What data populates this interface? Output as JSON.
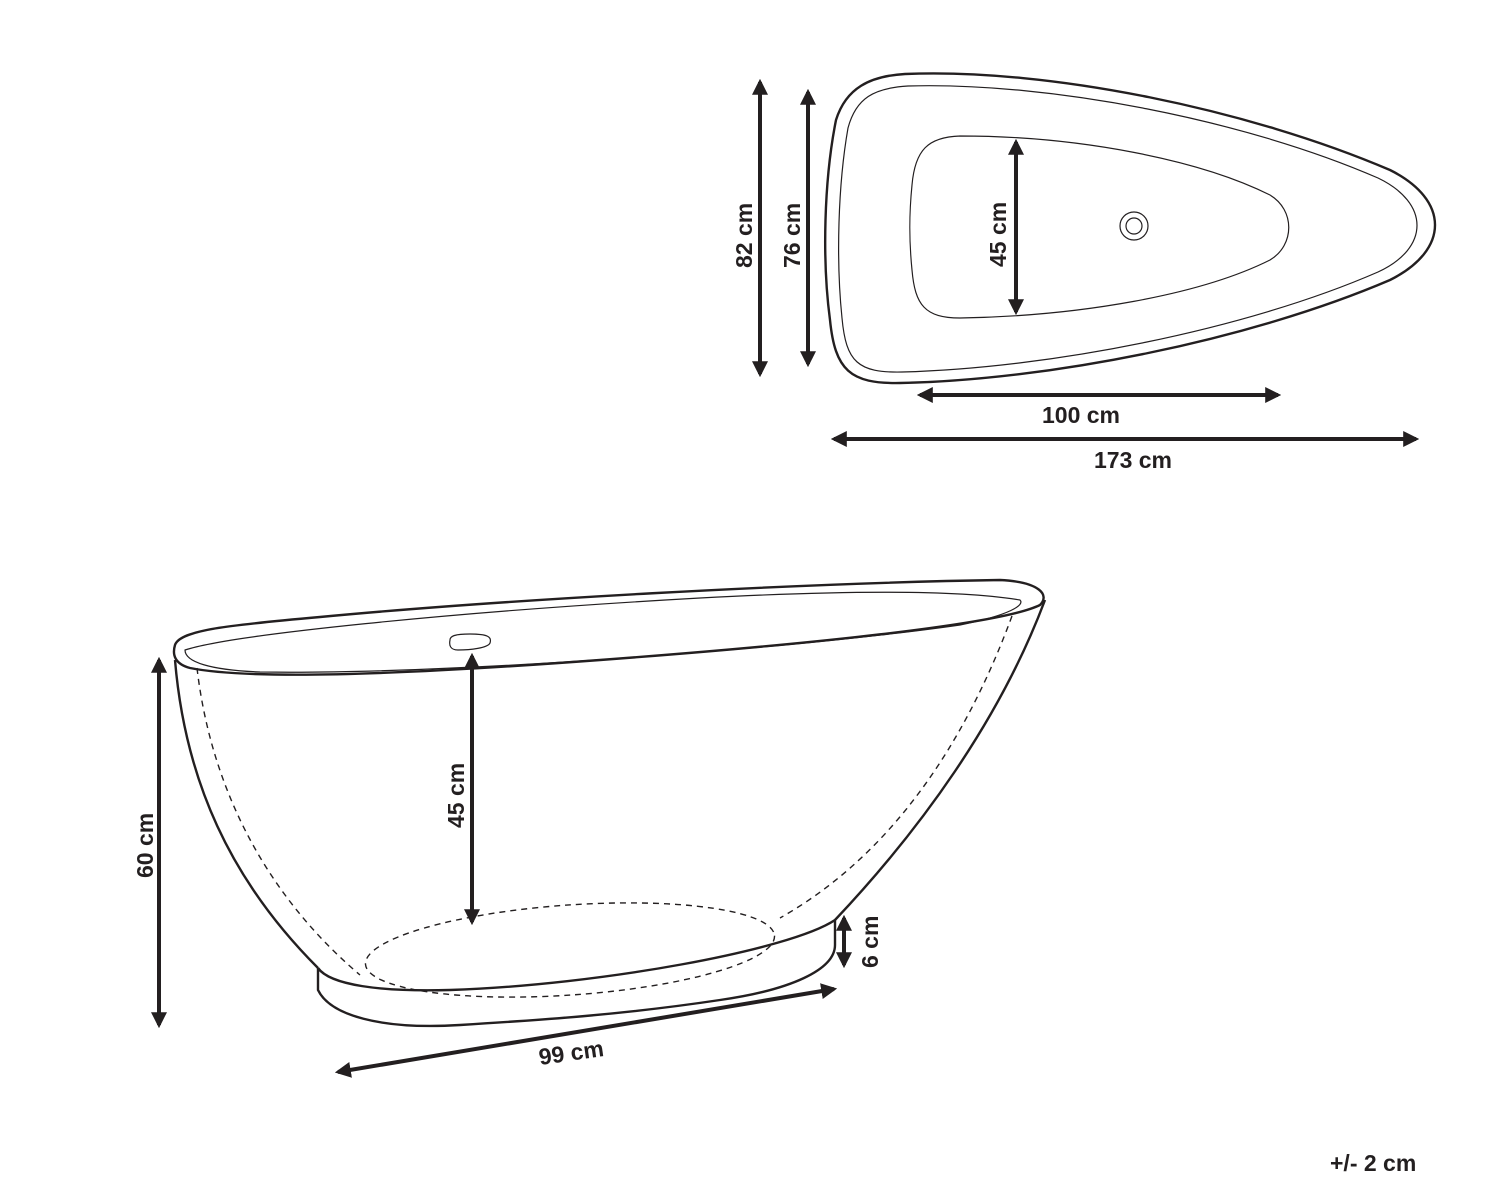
{
  "top_view": {
    "overall_length": "173 cm",
    "inner_length": "100 cm",
    "overall_width": "82 cm",
    "rim_width": "76 cm",
    "basin_width": "45 cm"
  },
  "side_view": {
    "height": "60 cm",
    "depth": "45 cm",
    "base_height": "6 cm",
    "base_length": "99 cm"
  },
  "tolerance": "+/- 2 cm",
  "colors": {
    "line": "#231f20",
    "background": "#ffffff"
  }
}
